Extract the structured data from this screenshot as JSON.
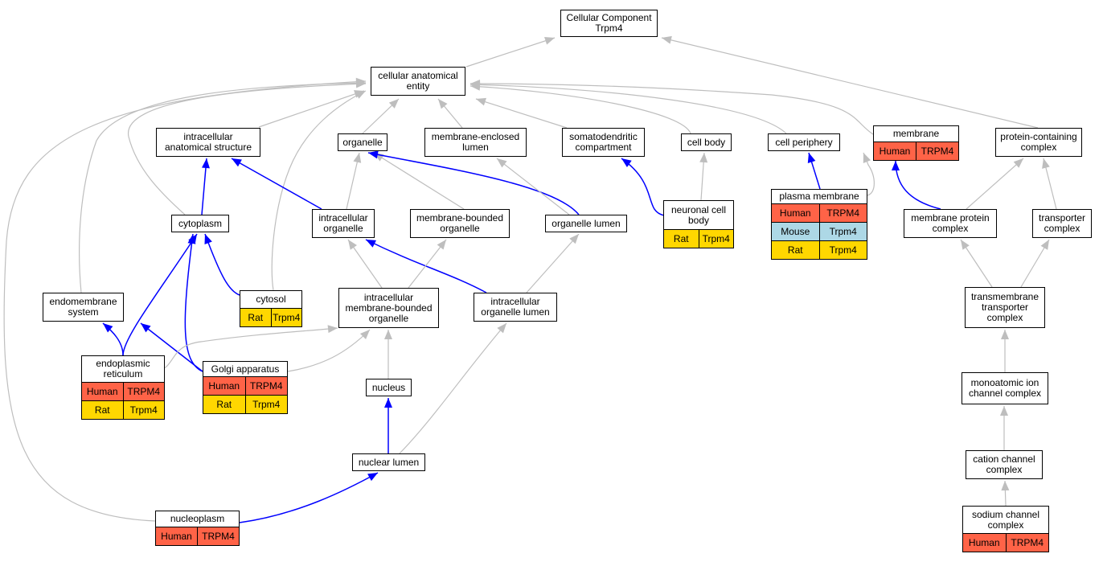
{
  "diagram": {
    "colors": {
      "is_a_edge": "#bebebe",
      "part_of_edge": "#0000ff",
      "human": "#ff6347",
      "mouse": "#add8e6",
      "rat": "#ffd700"
    },
    "nodes": [
      {
        "id": "root",
        "label": "Cellular Component\nTrpm4"
      },
      {
        "id": "cae",
        "label": "cellular anatomical\nentity"
      },
      {
        "id": "ias",
        "label": "intracellular\nanatomical structure"
      },
      {
        "id": "organelle",
        "label": "organelle"
      },
      {
        "id": "mel",
        "label": "membrane-enclosed\nlumen"
      },
      {
        "id": "somato",
        "label": "somatodendritic\ncompartment"
      },
      {
        "id": "cellbody",
        "label": "cell body"
      },
      {
        "id": "periph",
        "label": "cell periphery"
      },
      {
        "id": "membrane",
        "label": "membrane",
        "annotations": [
          [
            "Human",
            "TRPM4"
          ]
        ]
      },
      {
        "id": "pcc",
        "label": "protein-containing\ncomplex"
      },
      {
        "id": "neuronal",
        "label": "neuronal cell\nbody",
        "annotations": [
          [
            "Rat",
            "Trpm4"
          ]
        ]
      },
      {
        "id": "plasma",
        "label": "plasma membrane",
        "annotations": [
          [
            "Human",
            "TRPM4"
          ],
          [
            "Mouse",
            "Trpm4"
          ],
          [
            "Rat",
            "Trpm4"
          ]
        ]
      },
      {
        "id": "cytoplasm",
        "label": "cytoplasm"
      },
      {
        "id": "intorg",
        "label": "intracellular\norganelle"
      },
      {
        "id": "mbo",
        "label": "membrane-bounded\norganelle"
      },
      {
        "id": "orglumen",
        "label": "organelle lumen"
      },
      {
        "id": "mpc",
        "label": "membrane protein\ncomplex"
      },
      {
        "id": "tc",
        "label": "transporter\ncomplex"
      },
      {
        "id": "cytosol",
        "label": "cytosol",
        "annotations": [
          [
            "Rat",
            "Trpm4"
          ]
        ]
      },
      {
        "id": "imbo",
        "label": "intracellular\nmembrane-bounded\norganelle"
      },
      {
        "id": "iol",
        "label": "intracellular\norganelle lumen"
      },
      {
        "id": "endo",
        "label": "endomembrane\nsystem"
      },
      {
        "id": "tmtc",
        "label": "transmembrane\ntransporter\ncomplex"
      },
      {
        "id": "er",
        "label": "endoplasmic\nreticulum",
        "annotations": [
          [
            "Human",
            "TRPM4"
          ],
          [
            "Rat",
            "Trpm4"
          ]
        ]
      },
      {
        "id": "golgi",
        "label": "Golgi apparatus",
        "annotations": [
          [
            "Human",
            "TRPM4"
          ],
          [
            "Rat",
            "Trpm4"
          ]
        ]
      },
      {
        "id": "nucleus",
        "label": "nucleus"
      },
      {
        "id": "monoion",
        "label": "monoatomic ion\nchannel complex"
      },
      {
        "id": "nuclumen",
        "label": "nuclear lumen"
      },
      {
        "id": "cation",
        "label": "cation channel\ncomplex"
      },
      {
        "id": "nucleoplasm",
        "label": "nucleoplasm",
        "annotations": [
          [
            "Human",
            "TRPM4"
          ]
        ]
      },
      {
        "id": "sodium",
        "label": "sodium channel\ncomplex",
        "annotations": [
          [
            "Human",
            "TRPM4"
          ]
        ]
      }
    ],
    "edges": [
      {
        "from": "cae",
        "to": "root",
        "type": "is_a"
      },
      {
        "from": "pcc",
        "to": "root",
        "type": "is_a"
      },
      {
        "from": "ias",
        "to": "cae",
        "type": "is_a"
      },
      {
        "from": "organelle",
        "to": "cae",
        "type": "is_a"
      },
      {
        "from": "mel",
        "to": "cae",
        "type": "is_a"
      },
      {
        "from": "somato",
        "to": "cae",
        "type": "is_a"
      },
      {
        "from": "cellbody",
        "to": "cae",
        "type": "is_a"
      },
      {
        "from": "periph",
        "to": "cae",
        "type": "is_a"
      },
      {
        "from": "membrane",
        "to": "cae",
        "type": "is_a"
      },
      {
        "from": "cytoplasm",
        "to": "cae",
        "type": "is_a"
      },
      {
        "from": "cytosol",
        "to": "cae",
        "type": "is_a"
      },
      {
        "from": "endo",
        "to": "cae",
        "type": "is_a"
      },
      {
        "from": "nucleoplasm",
        "to": "cae",
        "type": "is_a"
      },
      {
        "from": "cytoplasm",
        "to": "ias",
        "type": "part_of"
      },
      {
        "from": "intorg",
        "to": "ias",
        "type": "part_of"
      },
      {
        "from": "intorg",
        "to": "organelle",
        "type": "is_a"
      },
      {
        "from": "mbo",
        "to": "organelle",
        "type": "is_a"
      },
      {
        "from": "orglumen",
        "to": "organelle",
        "type": "part_of"
      },
      {
        "from": "orglumen",
        "to": "mel",
        "type": "is_a"
      },
      {
        "from": "neuronal",
        "to": "somato",
        "type": "part_of"
      },
      {
        "from": "neuronal",
        "to": "cellbody",
        "type": "is_a"
      },
      {
        "from": "plasma",
        "to": "periph",
        "type": "part_of"
      },
      {
        "from": "plasma",
        "to": "membrane",
        "type": "is_a"
      },
      {
        "from": "mpc",
        "to": "membrane",
        "type": "part_of"
      },
      {
        "from": "mpc",
        "to": "pcc",
        "type": "is_a"
      },
      {
        "from": "tc",
        "to": "pcc",
        "type": "is_a"
      },
      {
        "from": "cytosol",
        "to": "cytoplasm",
        "type": "part_of"
      },
      {
        "from": "er",
        "to": "cytoplasm",
        "type": "part_of"
      },
      {
        "from": "golgi",
        "to": "cytoplasm",
        "type": "part_of"
      },
      {
        "from": "imbo",
        "to": "intorg",
        "type": "is_a"
      },
      {
        "from": "iol",
        "to": "intorg",
        "type": "part_of"
      },
      {
        "from": "imbo",
        "to": "mbo",
        "type": "is_a"
      },
      {
        "from": "iol",
        "to": "orglumen",
        "type": "is_a"
      },
      {
        "from": "tmtc",
        "to": "mpc",
        "type": "is_a"
      },
      {
        "from": "tmtc",
        "to": "tc",
        "type": "is_a"
      },
      {
        "from": "er",
        "to": "endo",
        "type": "part_of"
      },
      {
        "from": "golgi",
        "to": "endo",
        "type": "part_of"
      },
      {
        "from": "er",
        "to": "imbo",
        "type": "is_a"
      },
      {
        "from": "golgi",
        "to": "imbo",
        "type": "is_a"
      },
      {
        "from": "nucleus",
        "to": "imbo",
        "type": "is_a"
      },
      {
        "from": "nuclumen",
        "to": "iol",
        "type": "is_a"
      },
      {
        "from": "nuclumen",
        "to": "nucleus",
        "type": "part_of"
      },
      {
        "from": "nucleoplasm",
        "to": "nuclumen",
        "type": "part_of"
      },
      {
        "from": "monoion",
        "to": "tmtc",
        "type": "is_a"
      },
      {
        "from": "cation",
        "to": "monoion",
        "type": "is_a"
      },
      {
        "from": "sodium",
        "to": "cation",
        "type": "is_a"
      }
    ]
  }
}
